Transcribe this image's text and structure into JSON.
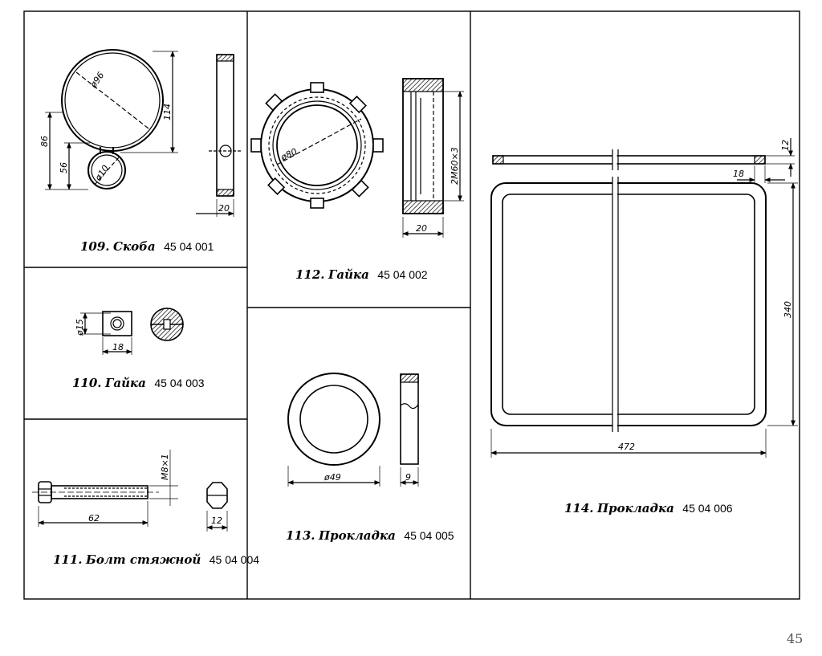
{
  "page_number": "45",
  "parts": [
    {
      "number": "109.",
      "name": "Скоба",
      "code": "45 04 001",
      "dims": {
        "outer_d": "ø96",
        "inner_d": "ø10",
        "h_total": "114",
        "h_86": "86",
        "h_56": "56",
        "width": "20"
      }
    },
    {
      "number": "110.",
      "name": "Гайка",
      "code": "45 04 003",
      "dims": {
        "d": "ø15",
        "w": "18"
      }
    },
    {
      "number": "111.",
      "name": "Болт стяжной",
      "code": "45 04 004",
      "dims": {
        "thread": "M8×1",
        "len": "62",
        "head": "12"
      }
    },
    {
      "number": "112.",
      "name": "Гайка",
      "code": "45 04 002",
      "dims": {
        "d": "ø80",
        "thread": "2M60×3",
        "w": "20"
      }
    },
    {
      "number": "113.",
      "name": "Прокладка",
      "code": "45 04 005",
      "dims": {
        "d": "ø49",
        "w": "9"
      }
    },
    {
      "number": "114.",
      "name": "Прокладка",
      "code": "45 04 006",
      "dims": {
        "t": "12",
        "inset": "18",
        "h": "340",
        "w": "472"
      }
    }
  ]
}
